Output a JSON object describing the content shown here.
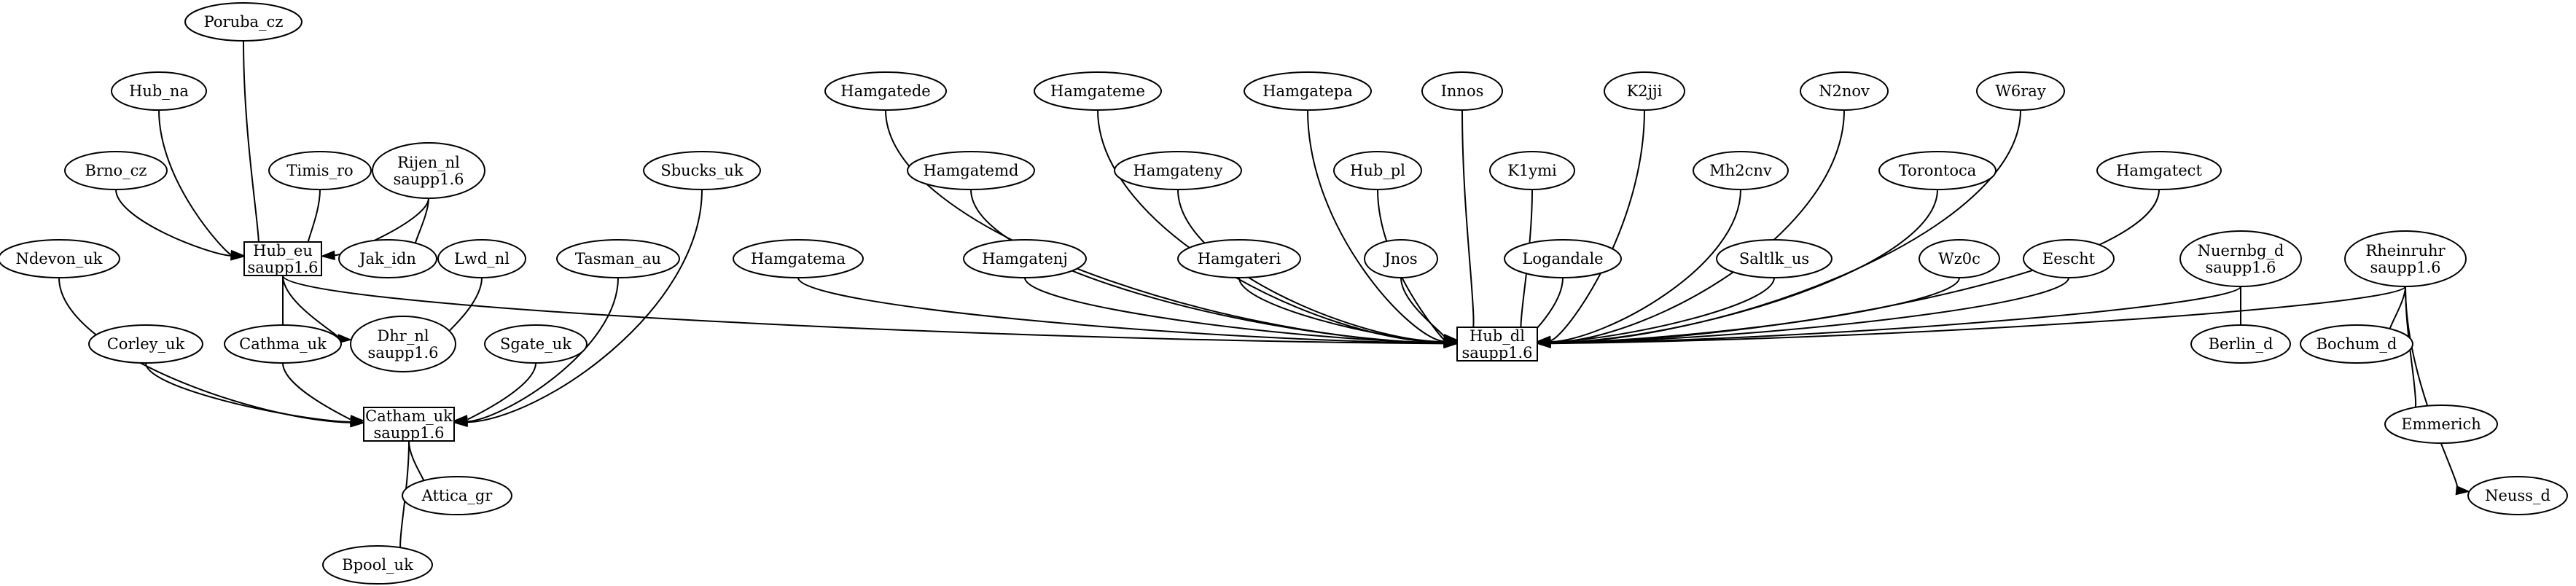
{
  "nodes": [
    {
      "id": "poruba_cz",
      "label": "Poruba_cz",
      "shape": "ellipse"
    },
    {
      "id": "hub_na",
      "label": "Hub_na",
      "shape": "ellipse"
    },
    {
      "id": "brno_cz",
      "label": "Brno_cz",
      "shape": "ellipse"
    },
    {
      "id": "timis_ro",
      "label": "Timis_ro",
      "shape": "ellipse"
    },
    {
      "id": "rijen_nl",
      "label": "Rijen_nl",
      "sublabel": "saupp1.6",
      "shape": "ellipse"
    },
    {
      "id": "sbucks_uk",
      "label": "Sbucks_uk",
      "shape": "ellipse"
    },
    {
      "id": "hub_eu",
      "label": "Hub_eu",
      "sublabel": "saupp1.6",
      "shape": "box"
    },
    {
      "id": "jak_idn",
      "label": "Jak_idn",
      "shape": "ellipse"
    },
    {
      "id": "lwd_nl",
      "label": "Lwd_nl",
      "shape": "ellipse"
    },
    {
      "id": "tasman_au",
      "label": "Tasman_au",
      "shape": "ellipse"
    },
    {
      "id": "ndevon_uk",
      "label": "Ndevon_uk",
      "shape": "ellipse"
    },
    {
      "id": "cathma_uk",
      "label": "Cathma_uk",
      "shape": "ellipse"
    },
    {
      "id": "dhr_nl",
      "label": "Dhr_nl",
      "sublabel": "saupp1.6",
      "shape": "ellipse"
    },
    {
      "id": "corley_uk",
      "label": "Corley_uk",
      "shape": "ellipse"
    },
    {
      "id": "sgate_uk",
      "label": "Sgate_uk",
      "shape": "ellipse"
    },
    {
      "id": "catham_uk",
      "label": "Catham_uk",
      "sublabel": "saupp1.6",
      "shape": "box"
    },
    {
      "id": "attica_gr",
      "label": "Attica_gr",
      "shape": "ellipse"
    },
    {
      "id": "bpool_uk",
      "label": "Bpool_uk",
      "shape": "ellipse"
    },
    {
      "id": "hamgatede",
      "label": "Hamgatede",
      "shape": "ellipse"
    },
    {
      "id": "hamgateme",
      "label": "Hamgateme",
      "shape": "ellipse"
    },
    {
      "id": "hamgatepa",
      "label": "Hamgatepa",
      "shape": "ellipse"
    },
    {
      "id": "innos",
      "label": "Innos",
      "shape": "ellipse"
    },
    {
      "id": "k2jji",
      "label": "K2jji",
      "shape": "ellipse"
    },
    {
      "id": "n2nov",
      "label": "N2nov",
      "shape": "ellipse"
    },
    {
      "id": "w6ray",
      "label": "W6ray",
      "shape": "ellipse"
    },
    {
      "id": "hamgatemd",
      "label": "Hamgatemd",
      "shape": "ellipse"
    },
    {
      "id": "hamgateny",
      "label": "Hamgateny",
      "shape": "ellipse"
    },
    {
      "id": "hub_pl",
      "label": "Hub_pl",
      "shape": "ellipse"
    },
    {
      "id": "k1ymi",
      "label": "K1ymi",
      "shape": "ellipse"
    },
    {
      "id": "mh2cnv",
      "label": "Mh2cnv",
      "shape": "ellipse"
    },
    {
      "id": "torontoca",
      "label": "Torontoca",
      "shape": "ellipse"
    },
    {
      "id": "hamgatect",
      "label": "Hamgatect",
      "shape": "ellipse"
    },
    {
      "id": "hamgatema",
      "label": "Hamgatema",
      "shape": "ellipse"
    },
    {
      "id": "hamgatenj",
      "label": "Hamgatenj",
      "shape": "ellipse"
    },
    {
      "id": "hamgateri",
      "label": "Hamgateri",
      "shape": "ellipse"
    },
    {
      "id": "jnos",
      "label": "Jnos",
      "shape": "ellipse"
    },
    {
      "id": "logandale",
      "label": "Logandale",
      "shape": "ellipse"
    },
    {
      "id": "saltlk_us",
      "label": "Saltlk_us",
      "shape": "ellipse"
    },
    {
      "id": "wz0c",
      "label": "Wz0c",
      "shape": "ellipse"
    },
    {
      "id": "eescht",
      "label": "Eescht",
      "shape": "ellipse"
    },
    {
      "id": "nuernbg_d",
      "label": "Nuernbg_d",
      "sublabel": "saupp1.6",
      "shape": "ellipse"
    },
    {
      "id": "rheinruhr",
      "label": "Rheinruhr",
      "sublabel": "saupp1.6",
      "shape": "ellipse"
    },
    {
      "id": "hub_dl",
      "label": "Hub_dl",
      "sublabel": "saupp1.6",
      "shape": "box"
    },
    {
      "id": "berlin_d",
      "label": "Berlin_d",
      "shape": "ellipse"
    },
    {
      "id": "bochum_d",
      "label": "Bochum_d",
      "shape": "ellipse"
    },
    {
      "id": "emmerich",
      "label": "Emmerich",
      "shape": "ellipse"
    },
    {
      "id": "neuss_d",
      "label": "Neuss_d",
      "shape": "ellipse"
    }
  ],
  "edges": [
    {
      "from": "poruba_cz",
      "to": "hub_eu"
    },
    {
      "from": "hub_na",
      "to": "hub_eu"
    },
    {
      "from": "brno_cz",
      "to": "hub_eu"
    },
    {
      "from": "timis_ro",
      "to": "hub_eu"
    },
    {
      "from": "rijen_nl",
      "to": "hub_eu"
    },
    {
      "from": "rijen_nl",
      "to": "jak_idn"
    },
    {
      "from": "hub_eu",
      "to": "cathma_uk"
    },
    {
      "from": "hub_eu",
      "to": "dhr_nl"
    },
    {
      "from": "hub_eu",
      "to": "hub_dl"
    },
    {
      "from": "lwd_nl",
      "to": "dhr_nl"
    },
    {
      "from": "ndevon_uk",
      "to": "catham_uk"
    },
    {
      "from": "corley_uk",
      "to": "catham_uk"
    },
    {
      "from": "cathma_uk",
      "to": "catham_uk"
    },
    {
      "from": "sgate_uk",
      "to": "catham_uk"
    },
    {
      "from": "tasman_au",
      "to": "catham_uk"
    },
    {
      "from": "sbucks_uk",
      "to": "catham_uk"
    },
    {
      "from": "catham_uk",
      "to": "attica_gr"
    },
    {
      "from": "catham_uk",
      "to": "bpool_uk"
    },
    {
      "from": "hamgatede",
      "to": "hub_dl"
    },
    {
      "from": "hamgateme",
      "to": "hub_dl"
    },
    {
      "from": "hamgatepa",
      "to": "hub_dl"
    },
    {
      "from": "innos",
      "to": "hub_dl"
    },
    {
      "from": "k2jji",
      "to": "hub_dl"
    },
    {
      "from": "n2nov",
      "to": "hub_dl"
    },
    {
      "from": "w6ray",
      "to": "hub_dl"
    },
    {
      "from": "hamgatemd",
      "to": "hub_dl"
    },
    {
      "from": "hamgateny",
      "to": "hub_dl"
    },
    {
      "from": "hub_pl",
      "to": "hub_dl"
    },
    {
      "from": "k1ymi",
      "to": "hub_dl"
    },
    {
      "from": "mh2cnv",
      "to": "hub_dl"
    },
    {
      "from": "torontoca",
      "to": "hub_dl"
    },
    {
      "from": "hamgatect",
      "to": "hub_dl"
    },
    {
      "from": "hamgatema",
      "to": "hub_dl"
    },
    {
      "from": "hamgatenj",
      "to": "hub_dl"
    },
    {
      "from": "hamgateri",
      "to": "hub_dl"
    },
    {
      "from": "jnos",
      "to": "hub_dl"
    },
    {
      "from": "logandale",
      "to": "hub_dl"
    },
    {
      "from": "saltlk_us",
      "to": "hub_dl"
    },
    {
      "from": "wz0c",
      "to": "hub_dl"
    },
    {
      "from": "eescht",
      "to": "hub_dl"
    },
    {
      "from": "nuernbg_d",
      "to": "hub_dl"
    },
    {
      "from": "nuernbg_d",
      "to": "berlin_d"
    },
    {
      "from": "rheinruhr",
      "to": "hub_dl"
    },
    {
      "from": "rheinruhr",
      "to": "bochum_d"
    },
    {
      "from": "rheinruhr",
      "to": "emmerich"
    },
    {
      "from": "rheinruhr",
      "to": "neuss_d"
    }
  ]
}
